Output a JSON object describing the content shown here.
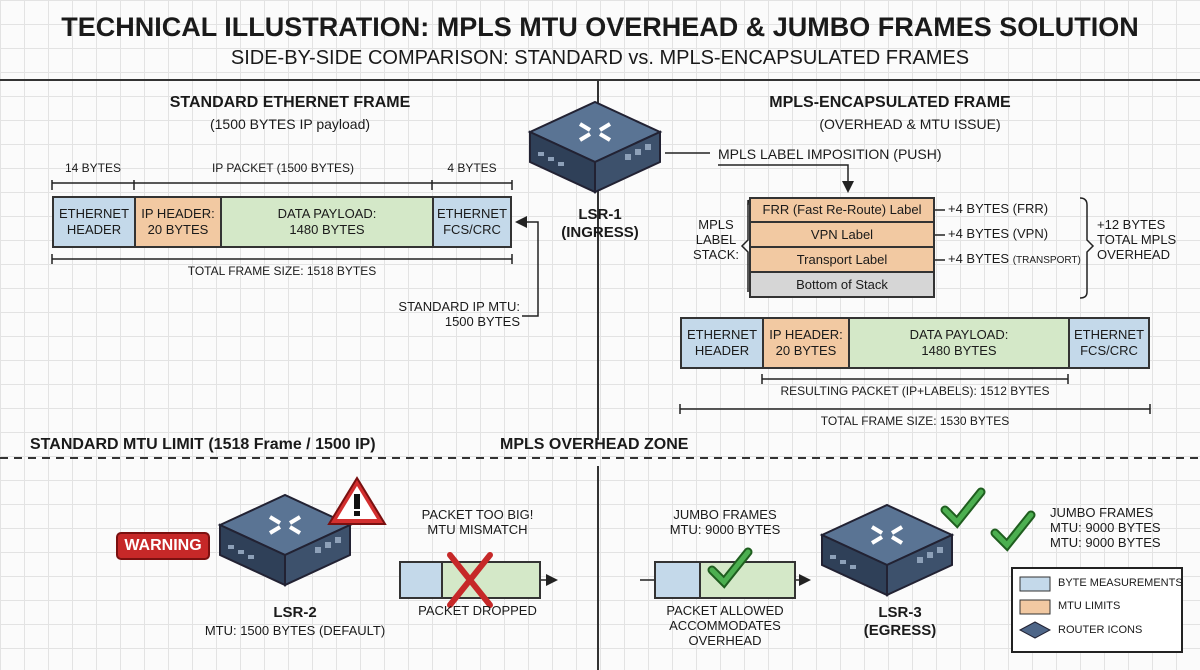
{
  "header": {
    "title": "TECHNICAL ILLUSTRATION: MPLS MTU OVERHEAD & JUMBO FRAMES SOLUTION",
    "subtitle": "SIDE-BY-SIDE COMPARISON: STANDARD vs. MPLS-ENCAPSULATED FRAMES"
  },
  "standard": {
    "title": "STANDARD ETHERNET FRAME",
    "subtitle": "(1500 BYTES IP payload)",
    "m_header": "14 BYTES",
    "m_ip": "IP PACKET (1500 BYTES)",
    "m_fcs": "4 BYTES",
    "cells": [
      "ETHERNET\nHEADER",
      "IP HEADER:\n20 BYTES",
      "DATA PAYLOAD:\n1480 BYTES",
      "ETHERNET\nFCS/CRC"
    ],
    "total": "TOTAL FRAME SIZE: 1518 BYTES",
    "mtu_note": "STANDARD IP MTU:\n1500 BYTES"
  },
  "lsr1": {
    "name": "LSR-1",
    "role": "(INGRESS)",
    "push": "MPLS LABEL IMPOSITION (PUSH)"
  },
  "mpls": {
    "title": "MPLS-ENCAPSULATED FRAME",
    "subtitle": "(OVERHEAD & MTU ISSUE)",
    "stack_label": "MPLS\nLABEL\nSTACK:",
    "labels": [
      "FRR (Fast Re-Route) Label",
      "VPN Label",
      "Transport Label",
      "Bottom of Stack"
    ],
    "label_bytes": [
      "+4 BYTES (FRR)",
      "+4 BYTES (VPN)",
      "+4 BYTES"
    ],
    "transport_suffix": "(TRANSPORT)",
    "overhead": "+12 BYTES\nTOTAL MPLS\nOVERHEAD",
    "cells": [
      "ETHERNET\nHEADER",
      "IP HEADER:\n20 BYTES",
      "DATA PAYLOAD:\n1480 BYTES",
      "ETHERNET\nFCS/CRC"
    ],
    "resulting": "RESULTING PACKET (IP+LABELS): 1512 BYTES",
    "total": "TOTAL FRAME SIZE: 1530 BYTES"
  },
  "zones": {
    "left": "STANDARD MTU LIMIT (1518 Frame / 1500 IP)",
    "right": "MPLS OVERHEAD ZONE"
  },
  "lsr2": {
    "warning": "WARNING",
    "name": "LSR-2",
    "mtu": "MTU: 1500 BYTES (DEFAULT)",
    "too_big": "PACKET TOO BIG!\nMTU MISMATCH",
    "dropped": "PACKET DROPPED"
  },
  "jumbo": {
    "top": "JUMBO FRAMES\nMTU: 9000 BYTES",
    "allowed": "PACKET ALLOWED\nACCOMMODATES OVERHEAD"
  },
  "lsr3": {
    "name": "LSR-3",
    "role": "(EGRESS)",
    "note": "JUMBO FRAMES\nMTU: 9000 BYTES\nMTU: 9000 BYTES"
  },
  "legend": {
    "items": [
      "BYTE MEASUREMENTS",
      "MTU LIMITS",
      "ROUTER ICONS"
    ]
  },
  "colors": {
    "blue": "#c4d9ea",
    "orange": "#f2c9a2",
    "green": "#d4e8c8",
    "grey": "#d6d6d6",
    "warning": "#c62828",
    "check": "#3a9a3a"
  }
}
